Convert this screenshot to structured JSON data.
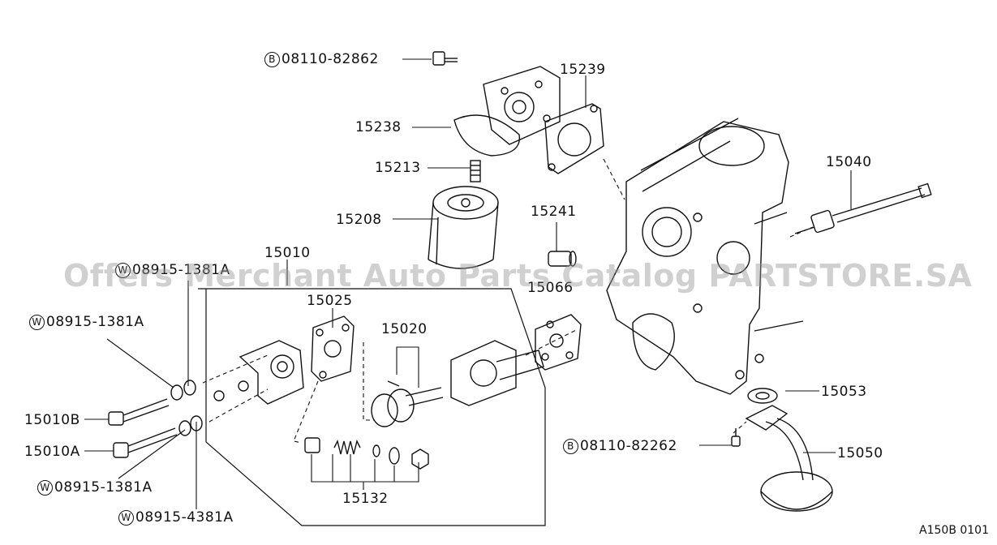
{
  "parts": {
    "p15239": "15239",
    "p15238": "15238",
    "p15213": "15213",
    "p15208": "15208",
    "p15241": "15241",
    "p15040": "15040",
    "p15010": "15010",
    "p15025": "15025",
    "p15020": "15020",
    "p15066": "15066",
    "p15053": "15053",
    "p15050": "15050",
    "p15010B": "15010B",
    "p15010A": "15010A",
    "p15132": "15132"
  },
  "bolts": {
    "b1_symbol": "B",
    "b1_code": "08110-82862",
    "b2_symbol": "B",
    "b2_code": "08110-82262"
  },
  "washers": {
    "w1_symbol": "W",
    "w1_code": "08915-1381A",
    "w2_symbol": "W",
    "w2_code": "08915-1381A",
    "w3_symbol": "W",
    "w3_code": "08915-1381A",
    "w4_symbol": "W",
    "w4_code": "08915-4381A"
  },
  "watermark": "Offers Merchant Auto Parts Catalog PARTSTORE.SA",
  "diagram_code": "A150B 0101",
  "colors": {
    "line": "#111111",
    "watermark": "#969696"
  }
}
